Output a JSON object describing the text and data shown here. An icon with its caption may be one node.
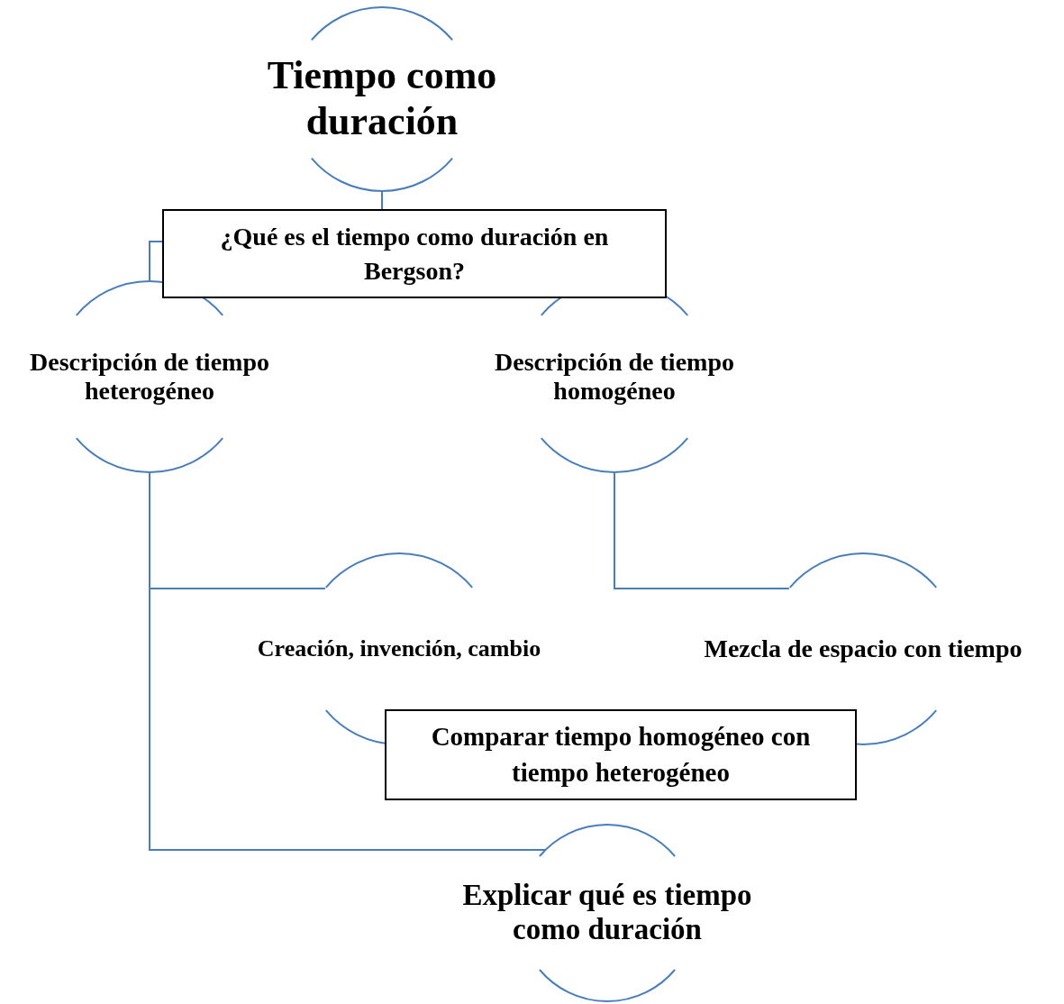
{
  "diagram": {
    "nodes": [
      {
        "text": [
          "Tiempo como duración"
        ]
      },
      {
        "text": [
          "¿Qué es el tiempo como duración en Bergson?"
        ]
      },
      {
        "text": [
          "Descripción de tiempo heterogéneo"
        ]
      },
      {
        "text": [
          "Descripción de tiempo homogéneo"
        ]
      },
      {
        "text": [
          "Creación, invención, cambio"
        ]
      },
      {
        "text": [
          "Mezcla de espacio con tiempo"
        ]
      },
      {
        "text": [
          "Comparar tiempo homogéneo con tiempo heterogéneo"
        ]
      },
      {
        "text": [
          "Explicar qué es tiempo como duración"
        ]
      }
    ],
    "edges": [
      {
        "from": 0,
        "to": 1,
        "arrow": "none"
      },
      {
        "from": 1,
        "to": 2,
        "arrow": "none"
      },
      {
        "from": 2,
        "to": 4,
        "arrow": "none"
      },
      {
        "from": 3,
        "to": 5,
        "arrow": "none"
      },
      {
        "from": 2,
        "to": 7,
        "arrow": "none"
      }
    ]
  }
}
